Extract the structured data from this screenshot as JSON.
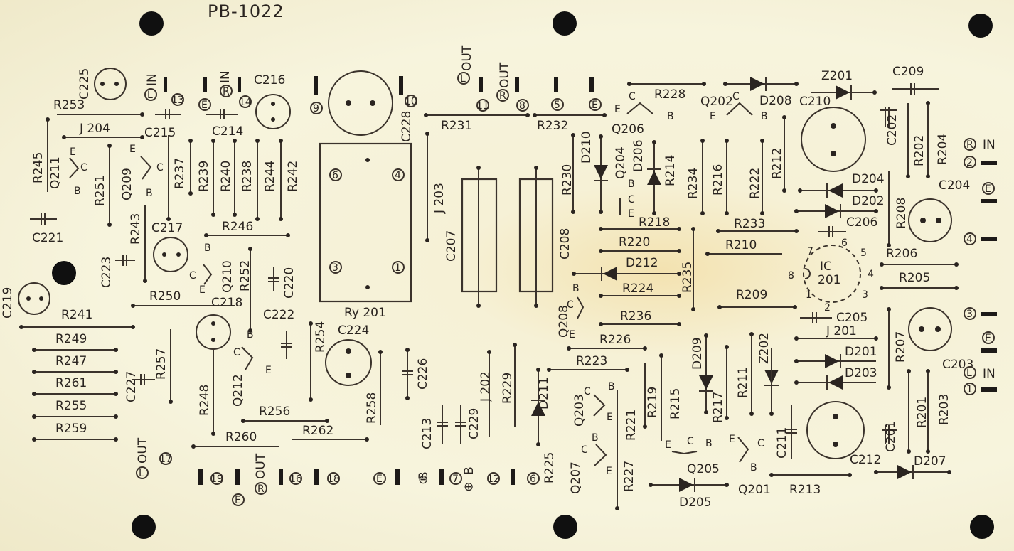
{
  "board": {
    "title": "PB-1022",
    "relay": "Ry 201",
    "ic_lines": [
      "IC",
      "201"
    ],
    "ic_pins": [
      "1",
      "2",
      "3",
      "4",
      "5",
      "6",
      "7",
      "8"
    ]
  },
  "labels": {
    "r253": "R253",
    "j204": "J 204",
    "c215": "C215",
    "c214": "C214",
    "r245": "R245",
    "q211": "Q211",
    "r251": "R251",
    "q209": "Q209",
    "r237": "R237",
    "r239": "R239",
    "r240": "R240",
    "r238": "R238",
    "r244": "R244",
    "r242": "R242",
    "c221": "C221",
    "r243": "R243",
    "c217": "C217",
    "r246": "R246",
    "c223": "C223",
    "q210": "Q210",
    "r252": "R252",
    "c220": "C220",
    "c219": "C219",
    "r250": "R250",
    "c218": "C218",
    "c222": "C222",
    "r241": "R241",
    "r249": "R249",
    "r247": "R247",
    "r261": "R261",
    "r255": "R255",
    "r259": "R259",
    "r257": "R257",
    "c227": "C227",
    "r248": "R248",
    "q212": "Q212",
    "r254": "R254",
    "c224": "C224",
    "r256": "R256",
    "r258": "R258",
    "r260": "R260",
    "r262": "R262",
    "c225": "C225",
    "c216": "C216",
    "c228": "C228",
    "r231": "R231",
    "j203": "J 203",
    "c207": "C207",
    "c208": "C208",
    "r232": "R232",
    "r230": "R230",
    "c226": "C226",
    "j202": "J 202",
    "r229": "R229",
    "d211": "D211",
    "c213": "C213",
    "c229": "C229",
    "r225": "R225",
    "q203": "Q203",
    "q207": "Q207",
    "r221": "R221",
    "r227": "R227",
    "r219": "R219",
    "r215": "R215",
    "r223": "R223",
    "r226": "R226",
    "q208": "Q208",
    "r236": "R236",
    "r224": "R224",
    "d212": "D212",
    "r220": "R220",
    "r218": "R218",
    "d210": "D210",
    "q204": "Q204",
    "d206": "D206",
    "r214": "R214",
    "q206": "Q206",
    "r228": "R228",
    "r234": "R234",
    "r216": "R216",
    "q202": "Q202",
    "d208": "D208",
    "r222": "R222",
    "r212": "R212",
    "r235": "R235",
    "r233": "R233",
    "r210": "R210",
    "r209": "R209",
    "d209": "D209",
    "r217": "R217",
    "r211": "R211",
    "z202": "Z202",
    "q205": "Q205",
    "d205": "D205",
    "q201": "Q201",
    "r213": "R213",
    "c211": "C211",
    "z201": "Z201",
    "c210": "C210",
    "c209": "C209",
    "c202": "C202",
    "r202": "R202",
    "r204": "R204",
    "d204": "D204",
    "d202": "D202",
    "c206": "C206",
    "r208": "R208",
    "c204": "C204",
    "r206": "R206",
    "r205": "R205",
    "c205": "C205",
    "j201": "J 201",
    "d201": "D201",
    "d203": "D203",
    "r207": "R207",
    "c203": "C203",
    "r201": "R201",
    "r203": "R203",
    "c201": "C201",
    "c212": "C212",
    "d207": "D207"
  },
  "terminals": {
    "l_in": "IN",
    "r_in": "IN",
    "l_out": "OUT",
    "r_out": "OUT",
    "n13": "13",
    "n14": "14",
    "n9": "9",
    "n10": "10",
    "n11": "11",
    "n8": "8",
    "n5": "5",
    "n17": "17",
    "n19": "19",
    "n16": "16",
    "n18": "18",
    "n7": "7",
    "n12": "12",
    "n6": "6",
    "n2": "2",
    "n4": "4",
    "n3": "3",
    "n1": "1",
    "l_circ": "L",
    "r_circ": "R",
    "e_circ": "E",
    "out_l": "OUT",
    "out_r": "OUT",
    "in_r": "IN",
    "in_l": "IN",
    "b_minus": "B",
    "b_plus": "B",
    "relay_pins": [
      "6",
      "4",
      "3",
      "1"
    ]
  },
  "pins": {
    "e": "E",
    "b": "B",
    "c": "C"
  }
}
